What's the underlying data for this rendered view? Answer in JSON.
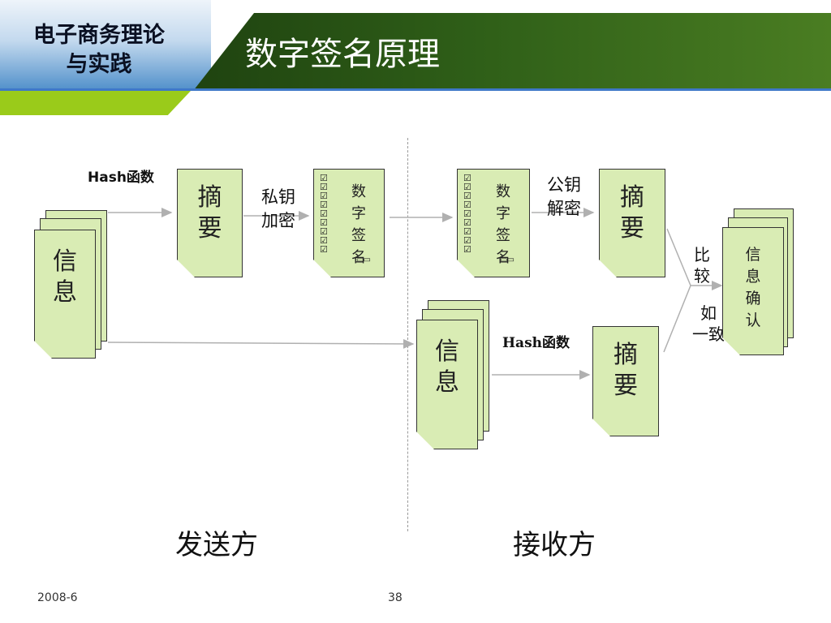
{
  "header": {
    "course_title": "电子商务理论\n与实践",
    "slide_title": "数字签名原理"
  },
  "diagram": {
    "sender": {
      "info_doc": "信\n息",
      "hash_label": "Hash函数",
      "digest_doc": "摘\n要",
      "encrypt_label": "私钥\n加密",
      "signature_doc": "数\n字\n签\n名"
    },
    "receiver": {
      "signature_doc": "数\n字\n签\n名",
      "decrypt_label": "公钥\n解密",
      "digest_doc_1": "摘\n要",
      "info_doc": "信\n息",
      "hash_label": "Hash函数",
      "digest_doc_2": "摘\n要",
      "compare_label": "比\n较",
      "match_label": "如\n一致",
      "confirm_doc": "信\n息\n确\n认"
    },
    "sender_caption": "发送方",
    "receiver_caption": "接收方",
    "checkbox_glyph": "☑"
  },
  "footer": {
    "date": "2008-6",
    "page_number": "38"
  },
  "colors": {
    "doc_fill": "#d9ecb4",
    "header_dark": "#2f5f18",
    "header_blue": "#4f8fca",
    "accent_green": "#9acb1a"
  }
}
